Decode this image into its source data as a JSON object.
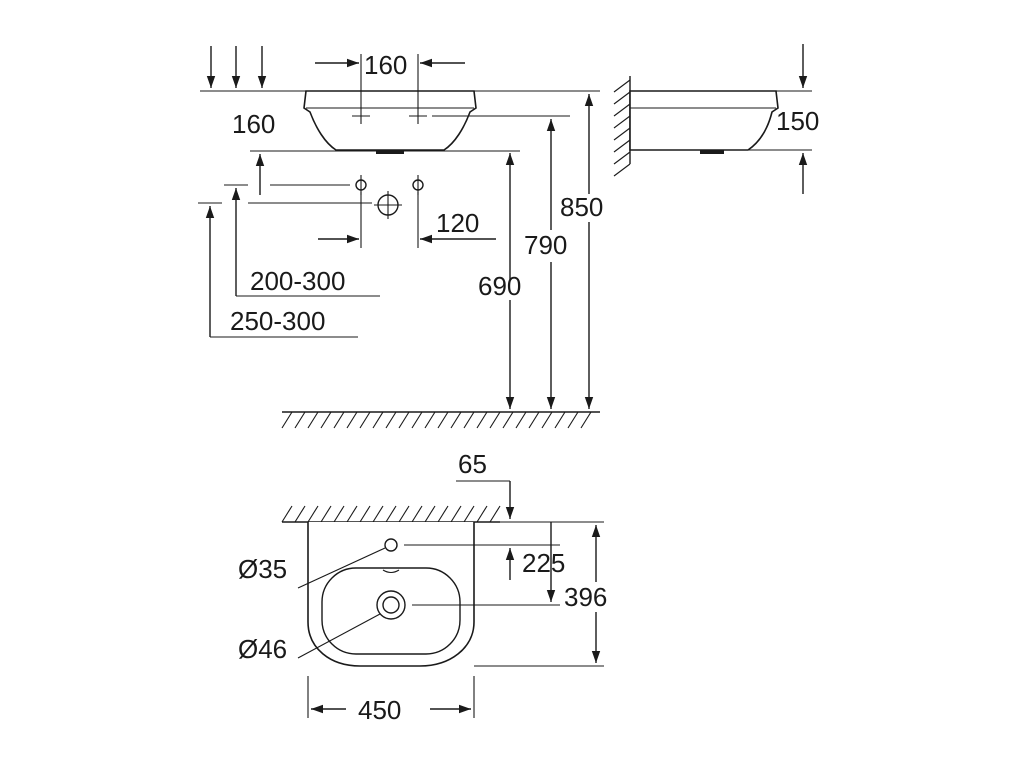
{
  "drawing": {
    "subject": "Wall-hung washbasin technical dimension drawing",
    "dimensions": {
      "tap_hole_spacing": "160",
      "basin_top_offset": "160",
      "depth_side": "150",
      "rim_height": "850",
      "underside_height": "790",
      "waste_height": "690",
      "supply_spacing": "120",
      "supply_height_range": "200-300",
      "waste_height_range": "250-300",
      "wall_offset": "65",
      "tap_hole_diameter": "Ø35",
      "tap_to_waste": "225",
      "projection": "396",
      "waste_diameter": "Ø46",
      "width": "450"
    }
  }
}
